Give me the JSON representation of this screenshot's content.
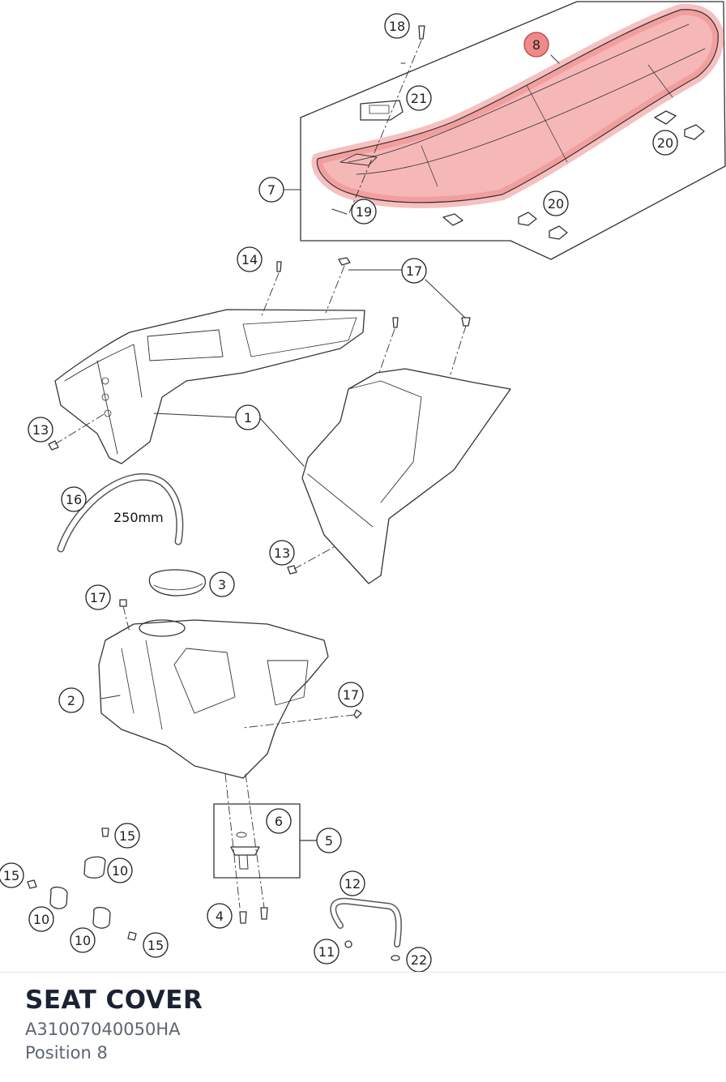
{
  "diagram": {
    "highlight_color": "#f08a8a",
    "dimension_label": "250mm",
    "callouts": [
      "18",
      "8",
      "21",
      "7",
      "20",
      "19",
      "20",
      "14",
      "17",
      "13",
      "1",
      "16",
      "13",
      "3",
      "17",
      "2",
      "17",
      "6",
      "5",
      "15",
      "10",
      "15",
      "10",
      "12",
      "4",
      "10",
      "15",
      "11",
      "22"
    ]
  },
  "part": {
    "name": "SEAT COVER",
    "number": "A31007040050HA",
    "position": "Position 8"
  }
}
